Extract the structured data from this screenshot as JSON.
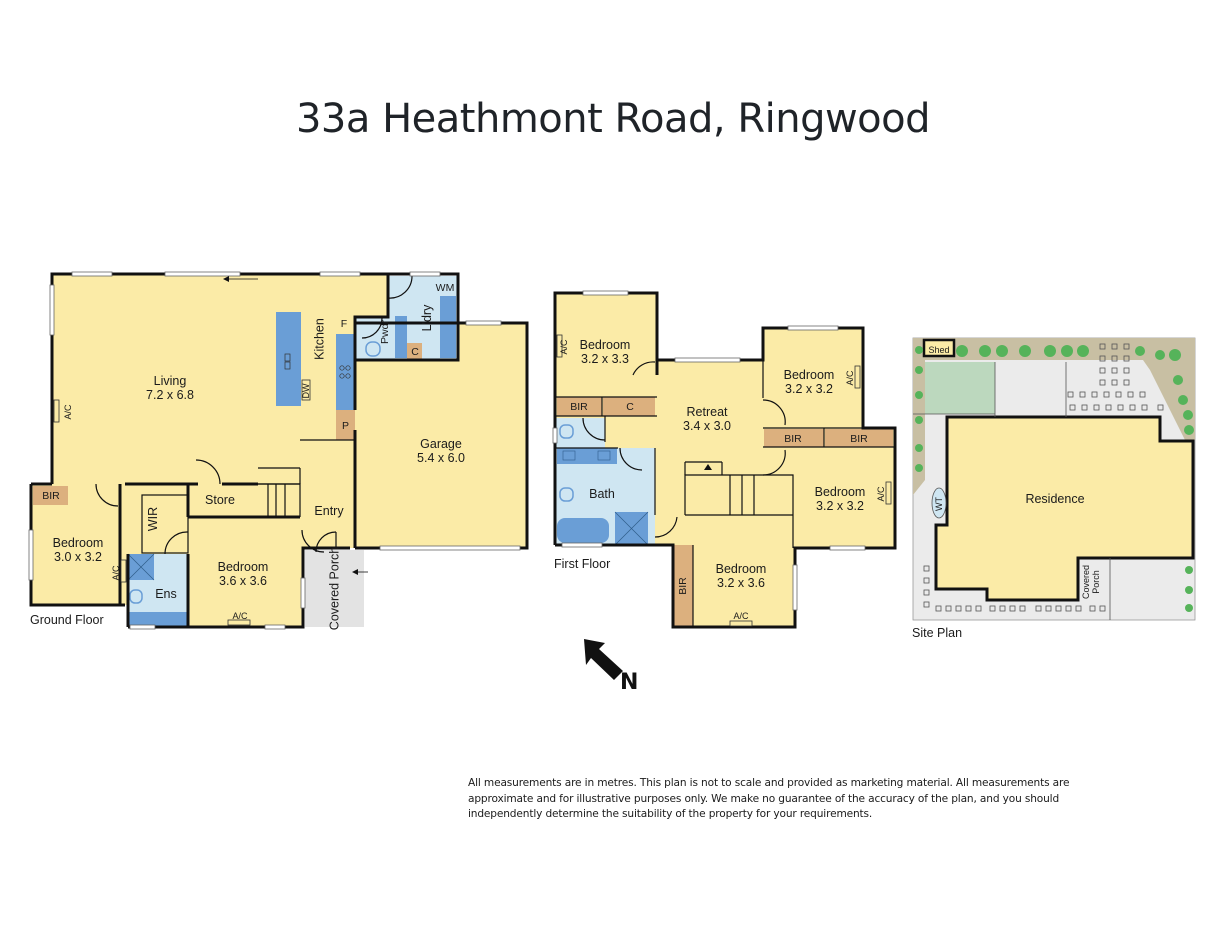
{
  "title": "33a Heathmont Road, Ringwood",
  "colors": {
    "room_fill": "#fbeba7",
    "wet_area_fill": "#cfe6f2",
    "fixture_fill": "#6a9ed6",
    "storage_fill": "#dcb07e",
    "porch_fill": "#e3e3e3",
    "garden_fill": "#c8bfa3",
    "lawn_fill": "#bcd8be",
    "tree_fill": "#56b35a",
    "wall_color": "#111111"
  },
  "ground_floor": {
    "caption": "Ground Floor",
    "rooms": {
      "living": {
        "name": "Living",
        "size": "7.2 x 6.8"
      },
      "kitchen": {
        "name": "Kitchen"
      },
      "garage": {
        "name": "Garage",
        "size": "5.4 x 6.0"
      },
      "bedroom_left": {
        "name": "Bedroom",
        "size": "3.0 x 3.2"
      },
      "bedroom_main": {
        "name": "Bedroom",
        "size": "3.6 x 3.6"
      },
      "store": {
        "name": "Store"
      },
      "entry": {
        "name": "Entry"
      },
      "ensuite": {
        "name": "Ens"
      },
      "wir": {
        "name": "WIR"
      },
      "powder": {
        "name": "Pwdr"
      },
      "laundry": {
        "name": "L'dry"
      },
      "covered_porch": {
        "name": "Covered Porch"
      }
    },
    "fixtures": {
      "bir": "BIR",
      "fridge": "F",
      "dishwasher": "DW",
      "pantry": "P",
      "cupboard": "C",
      "washing_machine": "WM",
      "ac": "A/C"
    }
  },
  "first_floor": {
    "caption": "First Floor",
    "rooms": {
      "bedroom_top_left": {
        "name": "Bedroom",
        "size": "3.2 x 3.3"
      },
      "bedroom_top_right": {
        "name": "Bedroom",
        "size": "3.2 x 3.2"
      },
      "bedroom_right": {
        "name": "Bedroom",
        "size": "3.2 x 3.2"
      },
      "bedroom_bottom": {
        "name": "Bedroom",
        "size": "3.2 x 3.6"
      },
      "retreat": {
        "name": "Retreat",
        "size": "3.4 x 3.0"
      },
      "bath": {
        "name": "Bath"
      }
    },
    "fixtures": {
      "bir": "BIR",
      "cupboard": "C",
      "ac": "A/C"
    }
  },
  "site_plan": {
    "caption": "Site Plan",
    "residence": "Residence",
    "shed": "Shed",
    "water_tank": "WT",
    "covered_porch": "Covered Porch"
  },
  "compass": {
    "label": "N"
  },
  "disclaimer": "All measurements are in metres. This plan is not to scale and provided as marketing material. All measurements are approximate and for illustrative purposes only. We make no guarantee of the accuracy of the plan, and you should independently determine the suitability of the property for your requirements."
}
